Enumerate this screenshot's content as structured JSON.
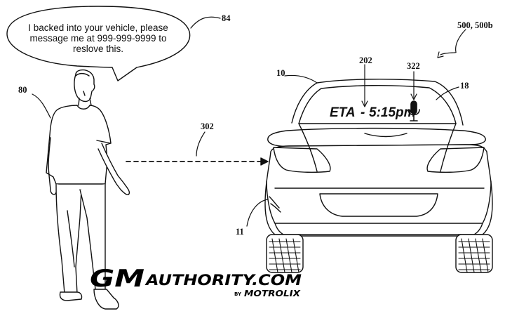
{
  "bubble": {
    "line1": "I backed into your vehicle, please",
    "line2": "message me at 999-999-9999 to",
    "line3": "reslove this."
  },
  "display": {
    "eta_label": "ETA",
    "eta_separator": "-",
    "eta_time": "5:15pm"
  },
  "refs": {
    "bubble": "84",
    "person": "80",
    "arrow": "302",
    "vehicle": "10",
    "display_text": "202",
    "mic": "322",
    "window": "18",
    "impact": "11",
    "figure": "500, 500b"
  },
  "watermark": {
    "brand": "GMAuthority.com",
    "brand_gm": "GM",
    "brand_rest": "AUTHORITY.COM",
    "by": "BY",
    "company": "MOTROLIX"
  },
  "colors": {
    "line": "#111111",
    "background": "#ffffff"
  }
}
